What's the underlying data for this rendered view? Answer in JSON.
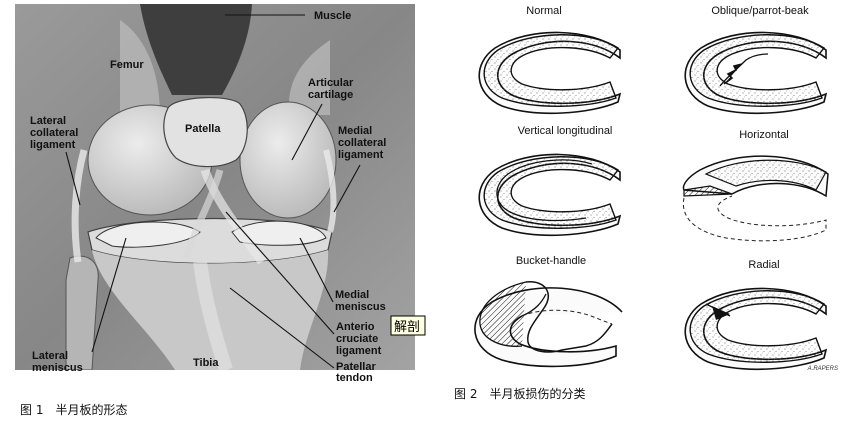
{
  "figure1": {
    "labels": {
      "muscle": "Muscle",
      "femur": "Femur",
      "articular_cartilage_1": "Articular",
      "articular_cartilage_2": "cartilage",
      "patella": "Patella",
      "lcl_1": "Lateral",
      "lcl_2": "collateral",
      "lcl_3": "ligament",
      "mcl_1": "Medial",
      "mcl_2": "collateral",
      "mcl_3": "ligament",
      "medial_meniscus_1": "Medial",
      "medial_meniscus_2": "meniscus",
      "acl_1": "Anterio",
      "acl_2": "cruciate",
      "acl_3": "ligament",
      "lateral_meniscus_1": "Lateral",
      "lateral_meniscus_2": "meniscus",
      "tibia": "Tibia",
      "patellar_tendon_1": "Patellar",
      "patellar_tendon_2": "tendon"
    },
    "caption": "图 1　半月板的形态",
    "tooltip": "解剖"
  },
  "figure2": {
    "titles": {
      "normal": "Normal",
      "oblique": "Oblique/parrot-beak",
      "vertical": "Vertical longitudinal",
      "horizontal": "Horizontal",
      "bucket": "Bucket-handle",
      "radial": "Radial"
    },
    "signature": "A.RAPERS",
    "caption": "图 2　半月板损伤的分类"
  },
  "colors": {
    "photo_bg": "#8f8f8f",
    "bone": "#d2d2d2",
    "bone_light": "#e6e6e6",
    "tooltip_bg": "#ffffe1"
  }
}
